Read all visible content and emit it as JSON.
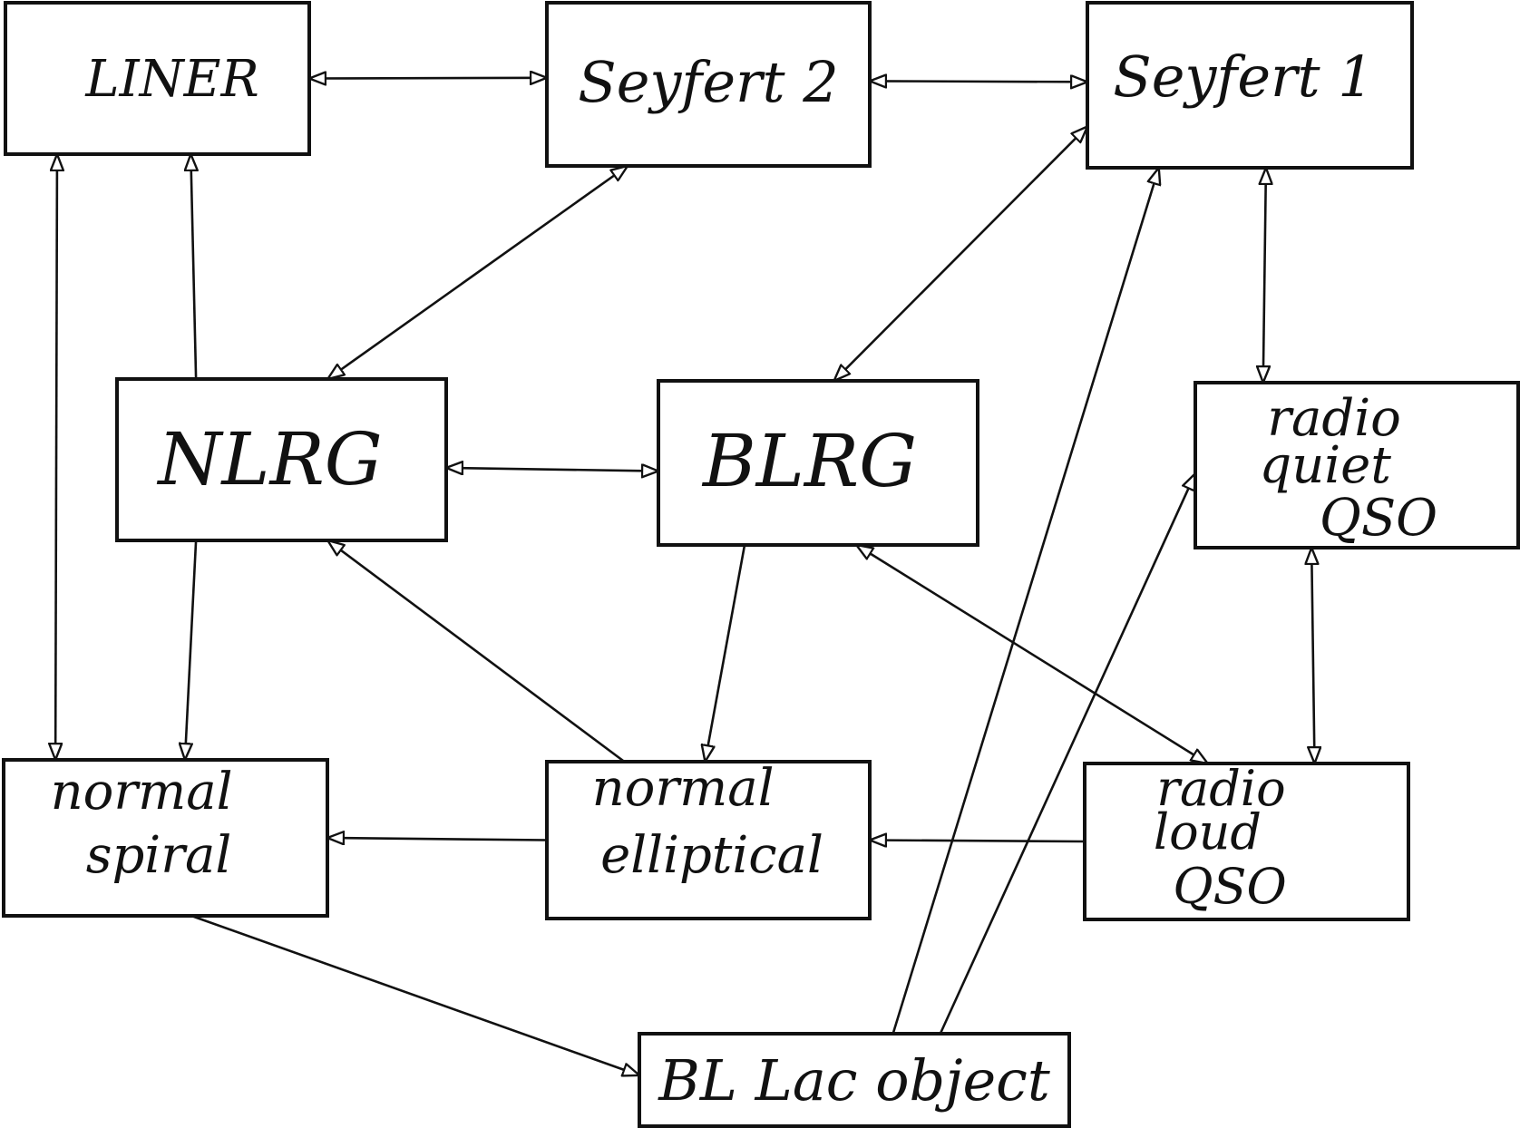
{
  "nodes": [
    {
      "id": "liner",
      "name": "node-liner",
      "lines": [
        "LINER"
      ]
    },
    {
      "id": "seyfert2",
      "name": "node-seyfert-2",
      "lines": [
        "Seyfert 2"
      ]
    },
    {
      "id": "seyfert1",
      "name": "node-seyfert-1",
      "lines": [
        "Seyfert 1"
      ]
    },
    {
      "id": "nlrg",
      "name": "node-nlrg",
      "lines": [
        "NLRG"
      ]
    },
    {
      "id": "blrg",
      "name": "node-blrg",
      "lines": [
        "BLRG"
      ]
    },
    {
      "id": "rqqso",
      "name": "node-radio-quiet-qso",
      "lines": [
        "radio",
        "quiet",
        "QSO"
      ]
    },
    {
      "id": "nspiral",
      "name": "node-normal-spiral",
      "lines": [
        "normal",
        "spiral"
      ]
    },
    {
      "id": "nelliptical",
      "name": "node-normal-elliptical",
      "lines": [
        "normal",
        "elliptical"
      ]
    },
    {
      "id": "rlqso",
      "name": "node-radio-loud-qso",
      "lines": [
        "radio",
        "loud",
        "QSO"
      ]
    },
    {
      "id": "bllac",
      "name": "node-bl-lac-object",
      "lines": [
        "BL Lac object"
      ]
    }
  ],
  "edges": [
    {
      "from": "liner",
      "to": "seyfert2",
      "direction": "both"
    },
    {
      "from": "seyfert2",
      "to": "seyfert1",
      "direction": "both"
    },
    {
      "from": "liner",
      "to": "nspiral",
      "direction": "both"
    },
    {
      "from": "nlrg",
      "to": "liner",
      "direction": "forward"
    },
    {
      "from": "nlrg",
      "to": "seyfert2",
      "direction": "both"
    },
    {
      "from": "blrg",
      "to": "seyfert1",
      "direction": "both"
    },
    {
      "from": "nlrg",
      "to": "blrg",
      "direction": "both"
    },
    {
      "from": "seyfert1",
      "to": "rqqso",
      "direction": "both"
    },
    {
      "from": "nlrg",
      "to": "nspiral",
      "direction": "forward"
    },
    {
      "from": "nelliptical",
      "to": "nlrg",
      "direction": "forward"
    },
    {
      "from": "blrg",
      "to": "nelliptical",
      "direction": "forward"
    },
    {
      "from": "rlqso",
      "to": "blrg",
      "direction": "both"
    },
    {
      "from": "rqqso",
      "to": "rlqso",
      "direction": "both"
    },
    {
      "from": "nelliptical",
      "to": "nspiral",
      "direction": "forward"
    },
    {
      "from": "rlqso",
      "to": "nelliptical",
      "direction": "forward"
    },
    {
      "from": "nspiral",
      "to": "bllac",
      "direction": "forward"
    },
    {
      "from": "bllac",
      "to": "seyfert1",
      "direction": "forward"
    },
    {
      "from": "bllac",
      "to": "rqqso",
      "direction": "forward"
    }
  ]
}
